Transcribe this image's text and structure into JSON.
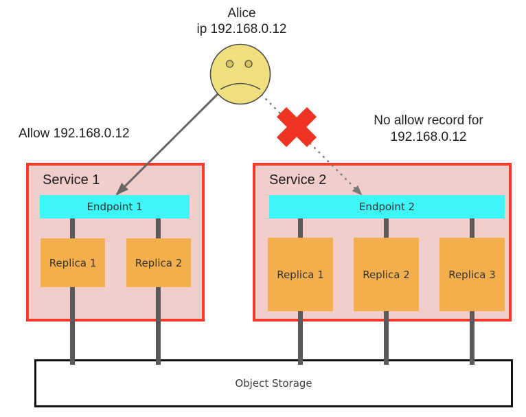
{
  "alice": {
    "name": "Alice",
    "ip": "ip 192.168.0.12"
  },
  "labels": {
    "allow": "Allow 192.168.0.12",
    "deny_line1": "No allow record for",
    "deny_line2": "192.168.0.12"
  },
  "services": [
    {
      "title": "Service 1",
      "endpoint": "Endpoint 1",
      "replicas": [
        "Replica 1",
        "Replica 2"
      ]
    },
    {
      "title": "Service 2",
      "endpoint": "Endpoint 2",
      "replicas": [
        "Replica 1",
        "Replica 2",
        "Replica 3"
      ]
    }
  ],
  "storage": {
    "label": "Object Storage"
  },
  "icons": {
    "alice": "sad-face-icon",
    "blocked": "red-x-icon",
    "allowed_connection": "solid-arrow",
    "denied_connection": "dotted-arrow"
  },
  "colors": {
    "service_fill": "#f1cecb",
    "service_border": "#f43a28",
    "endpoint_fill": "#3ff6f6",
    "replica_fill": "#f3ae4e",
    "connector": "#595959",
    "arrow": "#666666",
    "dotted": "#787878",
    "x_mark": "#ee3524",
    "face_fill": "#efdf7f",
    "face_stroke": "#4d4d4d",
    "eye_fill": "#d9c55f",
    "storage_border": "#111111"
  }
}
